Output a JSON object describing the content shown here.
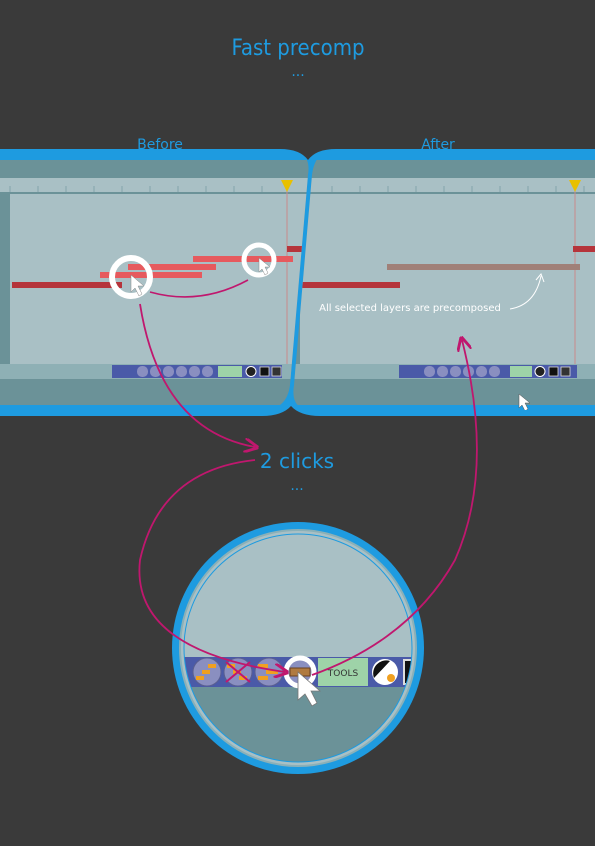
{
  "page": {
    "title": "Fast precomp",
    "title_ellipsis": "...",
    "steps_label": "2 clicks",
    "steps_ellipsis": "..."
  },
  "before_panel": {
    "label": "Before"
  },
  "after_panel": {
    "label": "After",
    "annotation": "All selected layers are precomposed"
  },
  "toolbar": {
    "tools_label": "TOOLS"
  },
  "colors": {
    "background": "#3a3a3a",
    "accent_blue": "#1e9be0",
    "panel_bg": "#a9c0c5",
    "panel_bottom": "#6b9298",
    "layer_dark_red": "#b5343b",
    "layer_light_red": "#e65a5e",
    "precomp_layer": "#a08078",
    "arrow_magenta": "#c0176e",
    "playhead_yellow": "#e8c000"
  },
  "icons": [
    "cursor-arrow-icon",
    "click-highlight-icon",
    "playhead-icon",
    "precomp-tool-icon",
    "stagger-tool-icon",
    "color-picker-icon"
  ]
}
